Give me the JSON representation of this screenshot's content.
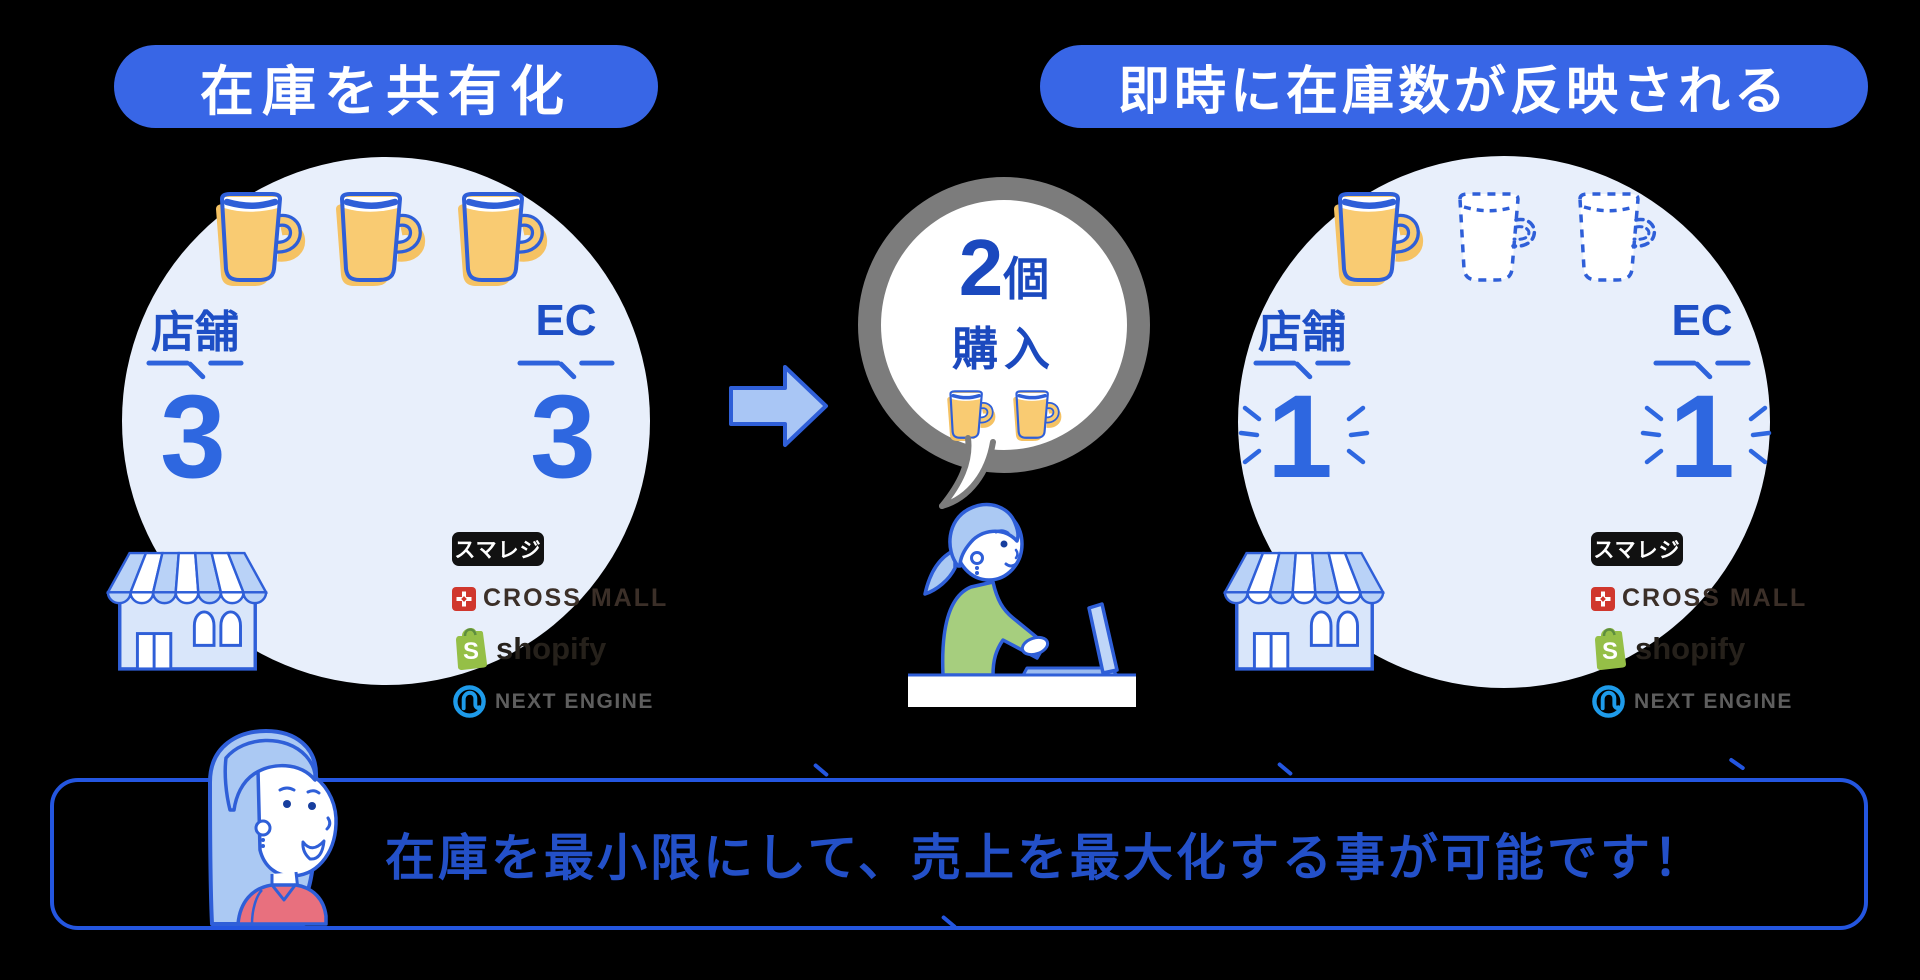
{
  "colors": {
    "accent_blue": "#3866E6",
    "outline_blue": "#2F5FD8",
    "label_blue": "#1E4FC6",
    "number_blue": "#2E67E0",
    "circle_bg": "#E8EFFB",
    "mug_orange": "#F9CB72",
    "ring_gray": "#7C7C7C",
    "banner_border": "#2456E0",
    "banner_text_blue": "#2350C8",
    "girl_shirt_red": "#E8707E",
    "sweater_green": "#A6CE7E"
  },
  "left_panel": {
    "header": "在庫を共有化",
    "mugs": {
      "filled": 3,
      "dashed": 0
    },
    "stock": [
      {
        "label": "店舗",
        "value": "3"
      },
      {
        "label": "EC",
        "value": "3"
      }
    ]
  },
  "right_panel": {
    "header": "即時に在庫数が反映される",
    "mugs": {
      "filled": 1,
      "dashed": 2
    },
    "stock": [
      {
        "label": "店舗",
        "value": "1"
      },
      {
        "label": "EC",
        "value": "1"
      }
    ]
  },
  "bubble": {
    "count": "2",
    "unit": "個",
    "action": "購入"
  },
  "logos": {
    "smaregi": "スマレジ",
    "crossmall": "CROSS MALL",
    "shopify": "shopify",
    "nextengine": "NEXT ENGINE"
  },
  "banner": {
    "text": "在庫を最小限にして、売上を最大化する事が可能です！"
  }
}
